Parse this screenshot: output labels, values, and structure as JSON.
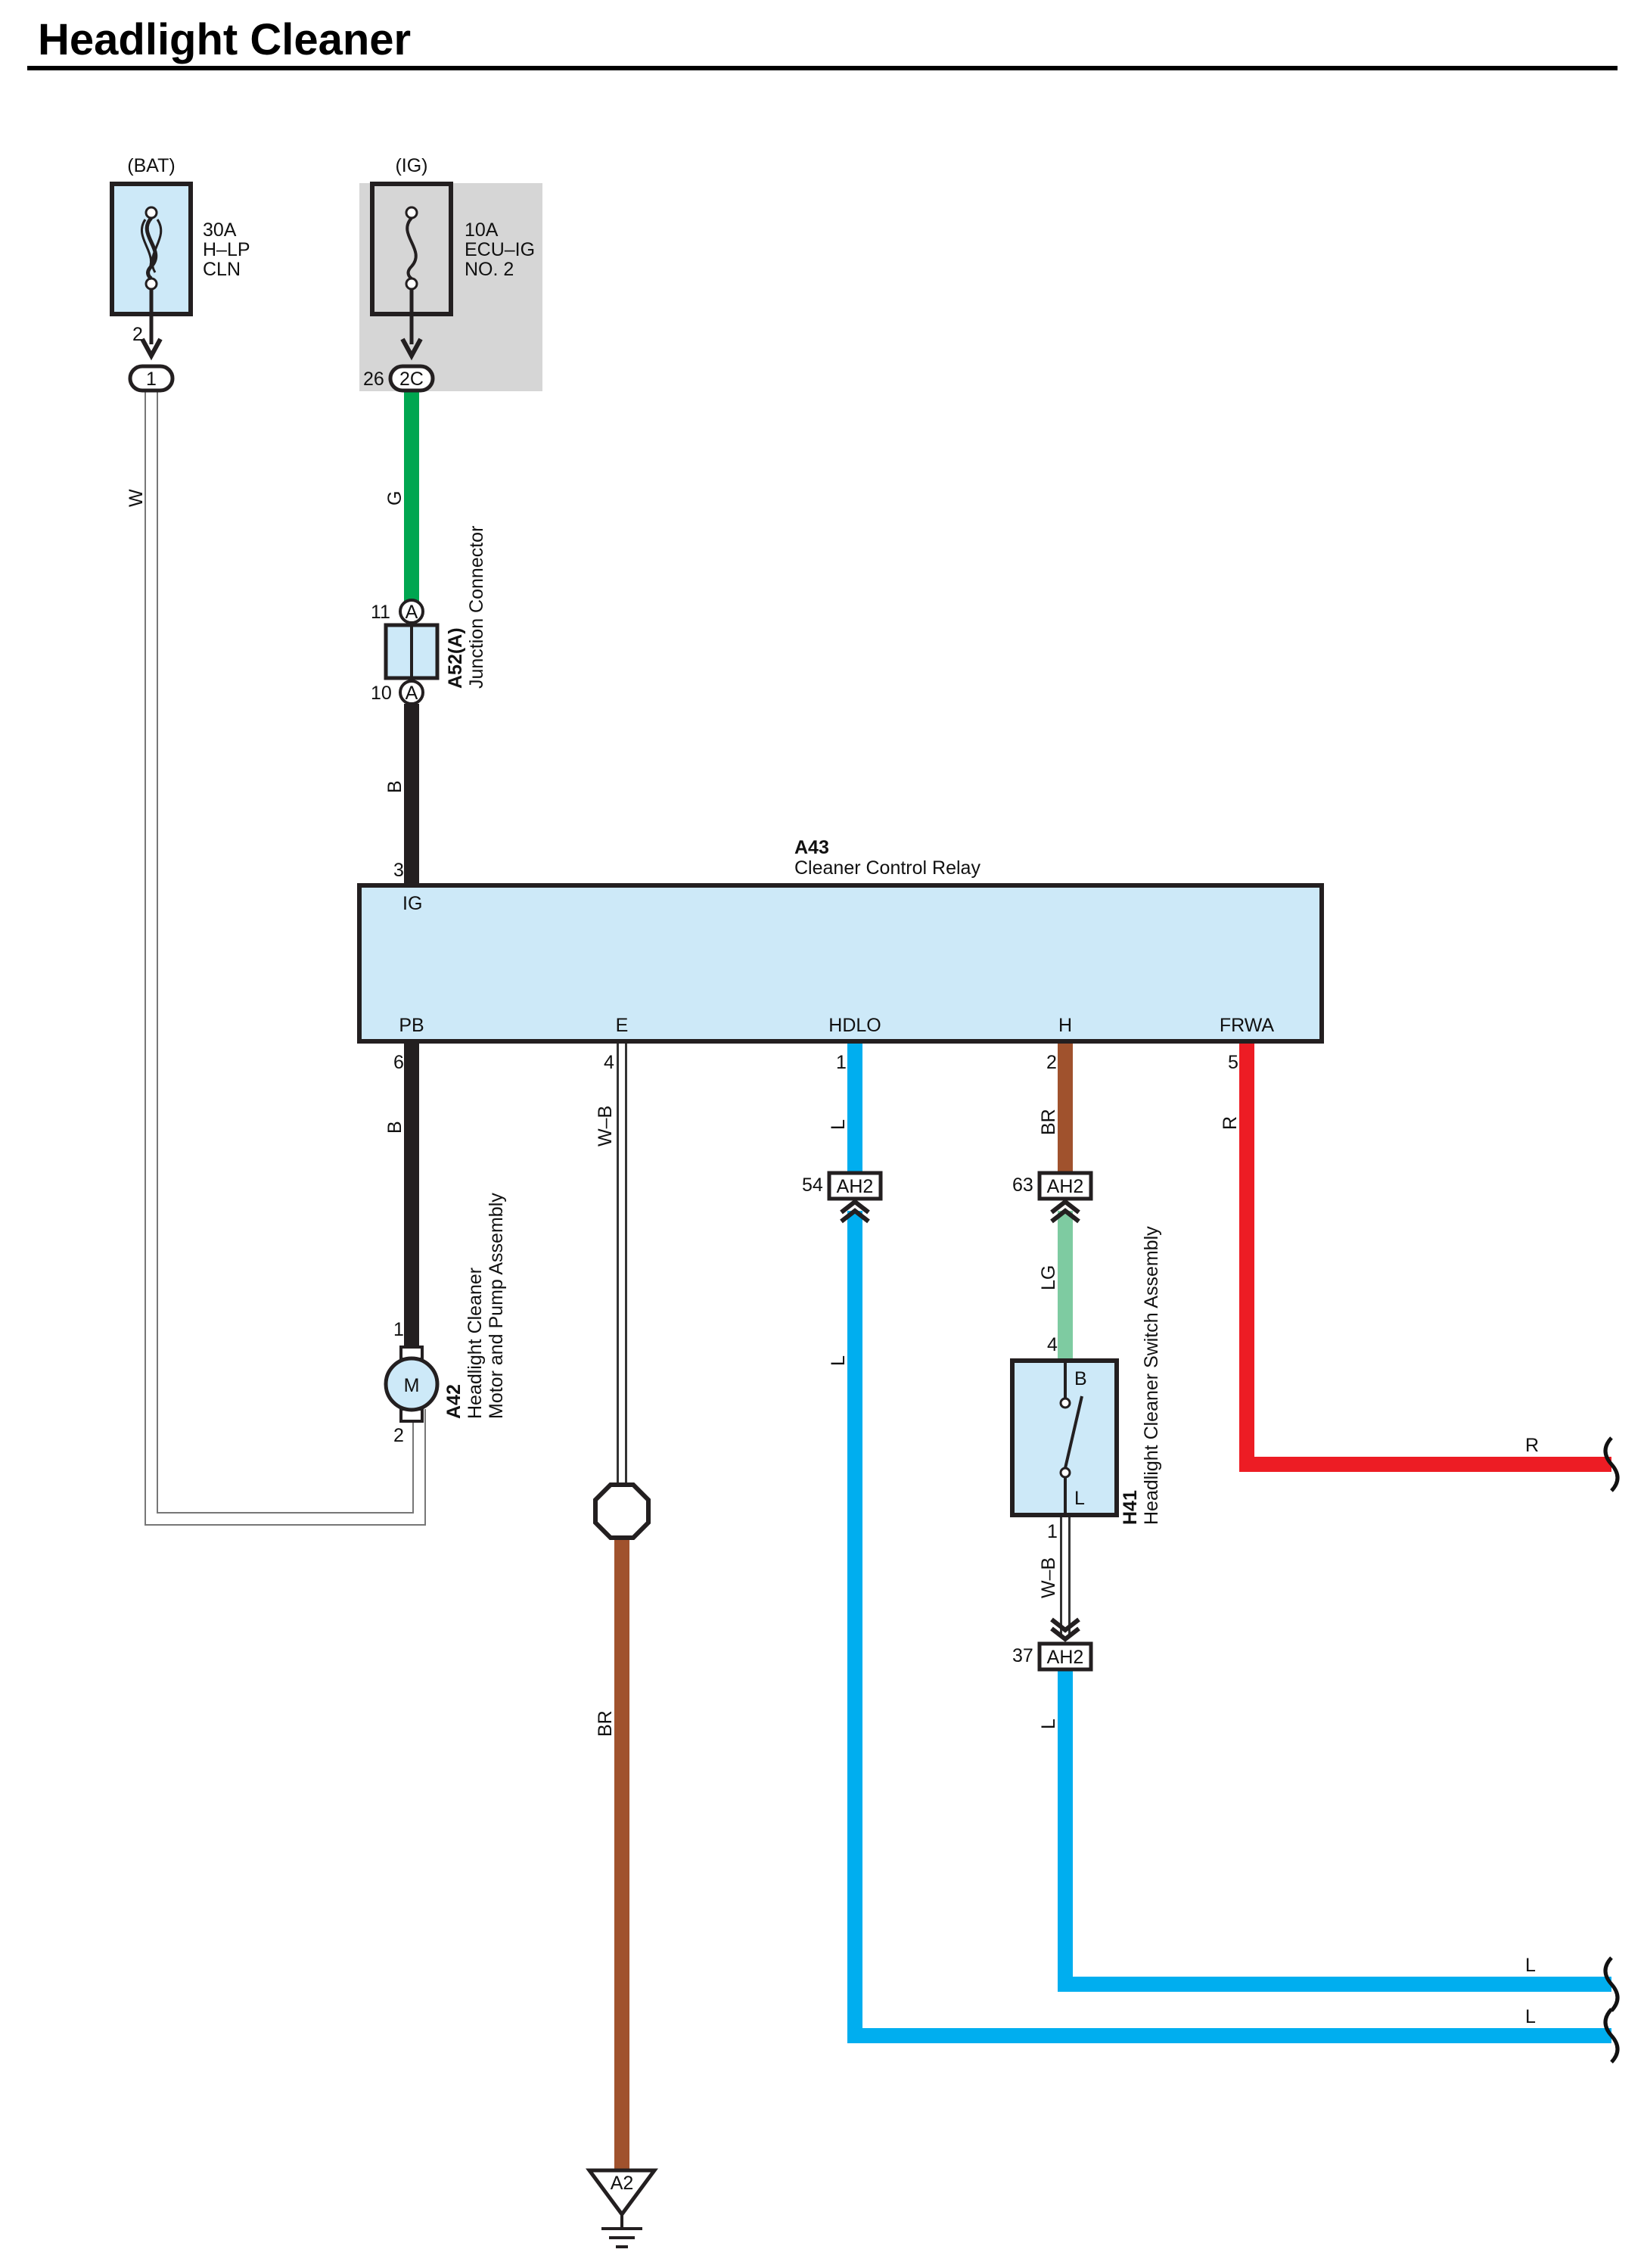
{
  "page": {
    "title": "Headlight Cleaner"
  },
  "colors": {
    "W": "#ffffff",
    "G": "#00a650",
    "B": "#231f20",
    "L": "#00aeef",
    "BR": "#a0522d",
    "LG": "#7ecba1",
    "R": "#ed1c24",
    "component_fill": "#cde9f8",
    "shade": "#d6d6d6"
  },
  "fuses": [
    {
      "source": "(BAT)",
      "rating": "30A",
      "name_line1": "H–LP",
      "name_line2": "CLN",
      "pin": "2",
      "connector_pin": "1"
    },
    {
      "source": "(IG)",
      "rating": "10A",
      "name_line1": "ECU–IG",
      "name_line2": "NO. 2",
      "pin": "26",
      "connector_pin": "2C"
    }
  ],
  "junction": {
    "code": "A52(A)",
    "name": "Junction Connector",
    "pin_top": "11",
    "pin_bottom": "10",
    "pin_label": "A"
  },
  "relay": {
    "code": "A43",
    "name": "Cleaner Control Relay",
    "ig_pin": "3",
    "ig_label": "IG",
    "terminals": [
      {
        "label": "PB",
        "pin": "6"
      },
      {
        "label": "E",
        "pin": "4"
      },
      {
        "label": "HDLO",
        "pin": "1"
      },
      {
        "label": "H",
        "pin": "2"
      },
      {
        "label": "FRWA",
        "pin": "5"
      }
    ]
  },
  "motor": {
    "code": "A42",
    "name_line1": "Headlight Cleaner",
    "name_line2": "Motor and Pump Assembly",
    "symbol": "M",
    "pin_top": "1",
    "pin_bottom": "2"
  },
  "switch": {
    "code": "H41",
    "name": "Headlight Cleaner Switch Assembly",
    "pin_top": "4",
    "pin_bottom": "1",
    "label_top": "B",
    "label_bottom": "L"
  },
  "connectors": [
    {
      "pin": "54",
      "name": "AH2"
    },
    {
      "pin": "63",
      "name": "AH2"
    },
    {
      "pin": "37",
      "name": "AH2"
    }
  ],
  "ground": {
    "name": "A2"
  },
  "wire_labels": {
    "w_bat": "W",
    "g_ig": "G",
    "b_ig": "B",
    "b_pb": "B",
    "wb_e": "W–B",
    "br_ground": "BR",
    "l_hdlo_top": "L",
    "l_hdlo_bottom": "L",
    "br_h": "BR",
    "lg_h": "LG",
    "wb_sw": "W–B",
    "l_sw": "L",
    "r_frwa": "R",
    "r_out": "R",
    "l_out_1": "L",
    "l_out_2": "L"
  }
}
